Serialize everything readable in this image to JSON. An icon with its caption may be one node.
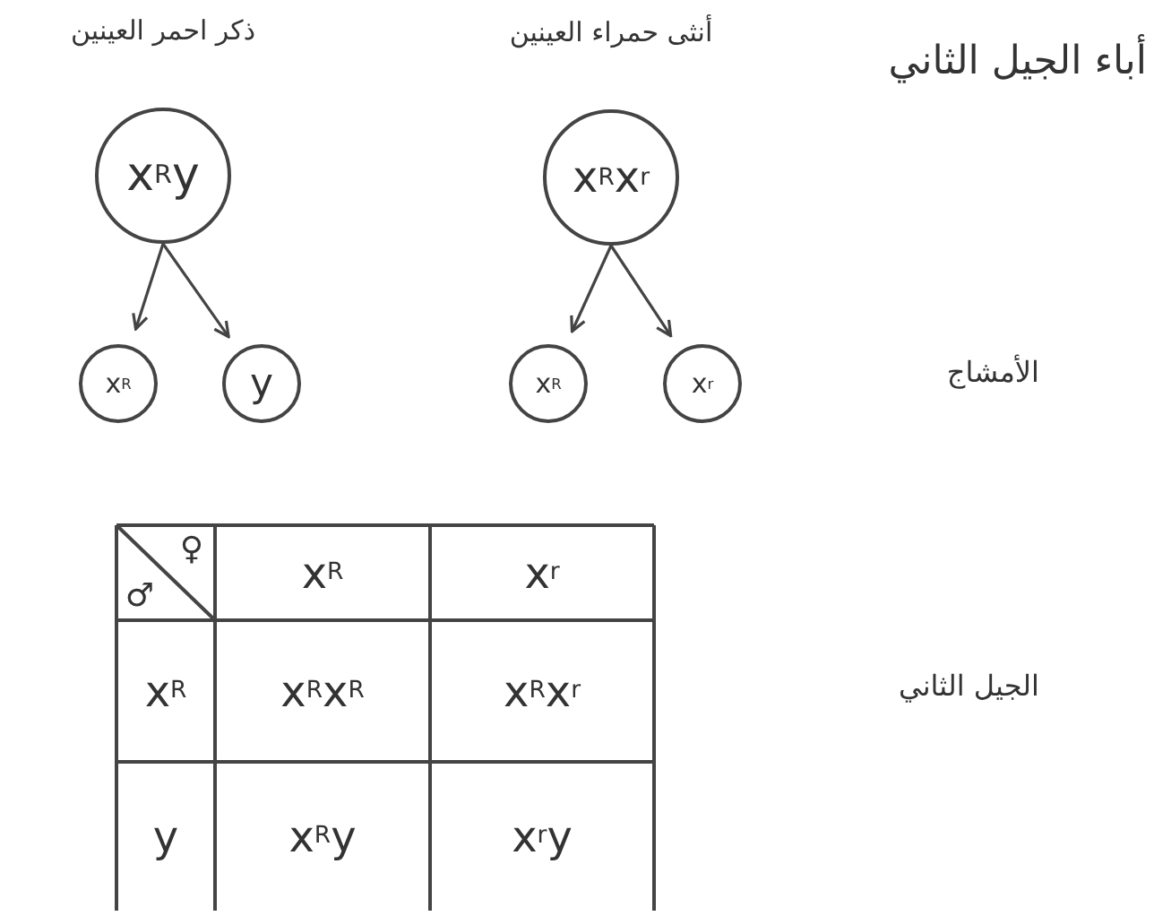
{
  "diagram": {
    "nodes": [
      {
        "text": [
          "ذكر احمر العينين",
          "x$^{R}$y"
        ]
      },
      {
        "text": [
          "أنثى حمراء العينين",
          "x$^{R}$x$^{r}$"
        ]
      },
      {
        "text": [
          "x$^{R}$"
        ]
      },
      {
        "text": [
          "y"
        ]
      },
      {
        "text": [
          "x$^{R}$"
        ]
      },
      {
        "text": [
          "x$^{r}$"
        ]
      }
    ],
    "edges": [
      {
        "from": 0,
        "to": 2,
        "arrow": "to"
      },
      {
        "from": 0,
        "to": 3,
        "arrow": "to"
      },
      {
        "from": 1,
        "to": 4,
        "arrow": "to"
      },
      {
        "from": 1,
        "to": 5,
        "arrow": "to"
      }
    ],
    "labels": [
      "أباء الجيل الثاني",
      "الأمشاج",
      "الجيل الثاني",
      "♀",
      "♂",
      "x$^{R}$",
      "x$^{r}$",
      "x$^{R}$",
      "x$^{R}$x$^{R}$",
      "x$^{R}$x$^{r}$",
      "y",
      "x$^{R}$y",
      "x$^{r}$y"
    ]
  }
}
